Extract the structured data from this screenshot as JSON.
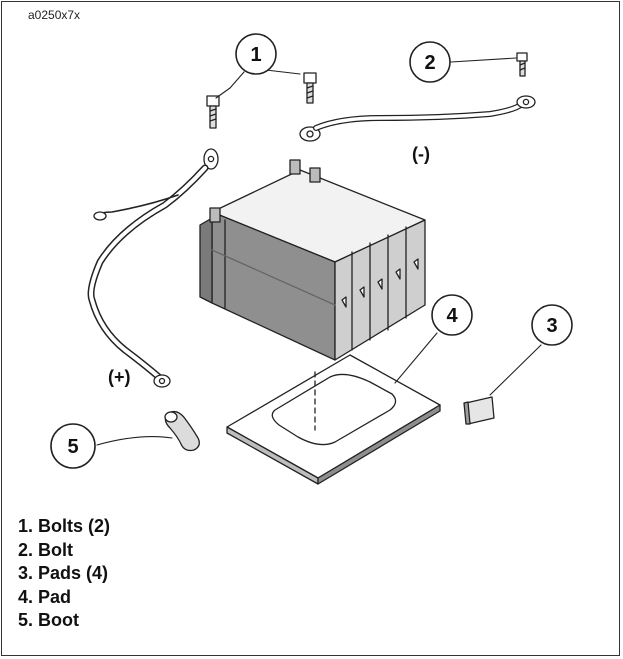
{
  "figure_id": "a0250x7x",
  "callouts": [
    {
      "number": "1",
      "target": "bolts"
    },
    {
      "number": "2",
      "target": "bolt"
    },
    {
      "number": "3",
      "target": "pads"
    },
    {
      "number": "4",
      "target": "pad"
    },
    {
      "number": "5",
      "target": "boot"
    }
  ],
  "terminal_labels": {
    "negative": "(-)",
    "positive": "(+)"
  },
  "legend": [
    "1. Bolts (2)",
    "2. Bolt",
    "3. Pads (4)",
    "4. Pad",
    "5. Boot"
  ]
}
